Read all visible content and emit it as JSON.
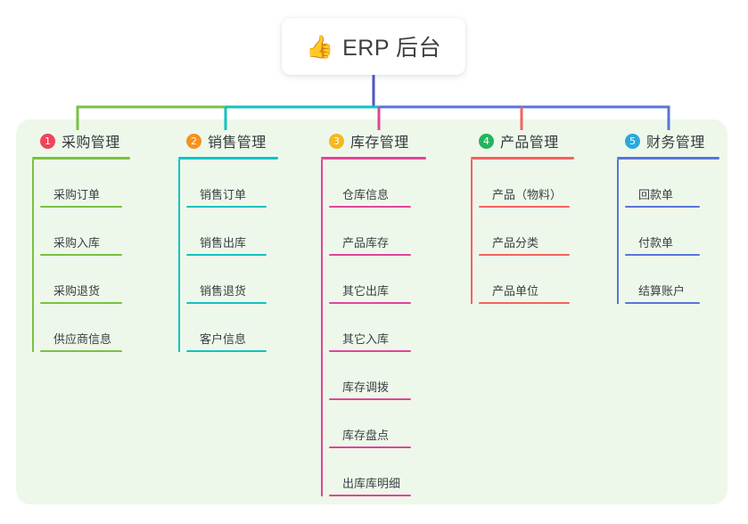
{
  "root": {
    "emoji": "👍",
    "emoji_name": "thumbs-up-icon",
    "title": "ERP 后台"
  },
  "colors": {
    "panel_bg": "#eef8ea",
    "card_bg": "#ffffff",
    "text": "#3b4045",
    "trunk": "#4a56c4"
  },
  "chart_data": {
    "type": "tree",
    "title": "ERP 后台",
    "columns": 5,
    "branches": [
      {
        "index": "1",
        "label": "采购管理",
        "badge_color": "#f0445a",
        "line_color": "#7ac143",
        "children": [
          "采购订单",
          "采购入库",
          "采购退货",
          "供应商信息"
        ]
      },
      {
        "index": "2",
        "label": "销售管理",
        "badge_color": "#f5921e",
        "line_color": "#13c2c2",
        "children": [
          "销售订单",
          "销售出库",
          "销售退货",
          "客户信息"
        ]
      },
      {
        "index": "3",
        "label": "库存管理",
        "badge_color": "#f5b81e",
        "line_color": "#e0459a",
        "children": [
          "仓库信息",
          "产品库存",
          "其它出库",
          "其它入库",
          "库存调拨",
          "库存盘点",
          "出库库明细"
        ]
      },
      {
        "index": "4",
        "label": "产品管理",
        "badge_color": "#22b45e",
        "line_color": "#f4625f",
        "children": [
          "产品（物料）",
          "产品分类",
          "产品单位"
        ]
      },
      {
        "index": "5",
        "label": "财务管理",
        "badge_color": "#29a8e0",
        "line_color": "#5a74d8",
        "children": [
          "回款单",
          "付款单",
          "结算账户"
        ]
      }
    ]
  }
}
